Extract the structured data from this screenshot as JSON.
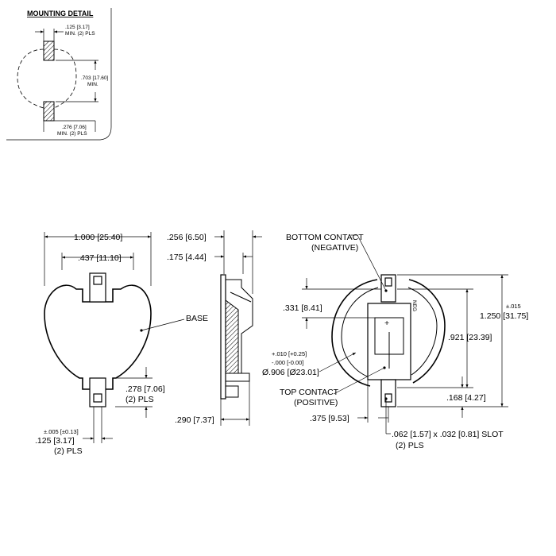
{
  "mounting_detail": {
    "title": "MOUNTING DETAIL",
    "pad_width": ".125 [3.17]",
    "pad_width_note": "MIN. (2) PLS",
    "pad_span": ".703 [17.60]",
    "pad_span_note": "MIN.",
    "pad_length": ".276 [7.06]",
    "pad_length_note": "MIN. (2) PLS"
  },
  "front_view": {
    "overall_width": "1.000 [25.40]",
    "tab_width": ".437 [11.10]",
    "base_label": "BASE",
    "tab_length": ".278 [7.06]",
    "tab_length_note": "(2) PLS",
    "tolerance": "±.005 [±0.13]",
    "pin_width": ".125 [3.17]",
    "pin_width_note": "(2) PLS"
  },
  "side_view": {
    "overall_height": ".256 [6.50]",
    "body_height": ".175 [4.44]",
    "depth": ".290 [7.37]"
  },
  "right_view": {
    "bottom_contact": "BOTTOM CONTACT",
    "bottom_contact_note": "(NEGATIVE)",
    "neg_marking": "NEG",
    "contact_offset": ".331 [8.41]",
    "tolerance_plus": "+.010 [+0.25]",
    "tolerance_minus": "-.000 [-0.00]",
    "battery_diameter": "Ø.906 [Ø23.01]",
    "top_contact": "TOP CONTACT",
    "top_contact_note": "(POSITIVE)",
    "lower_offset": ".375 [9.53]",
    "overall_tol": "±.015",
    "overall_length": "1.250 [31.75]",
    "pin_span": ".921 [23.39]",
    "tail_length": ".168 [4.27]",
    "slot": ".062 [1.57] x .032 [0.81] SLOT",
    "slot_note": "(2) PLS",
    "plus_marking": "+"
  }
}
